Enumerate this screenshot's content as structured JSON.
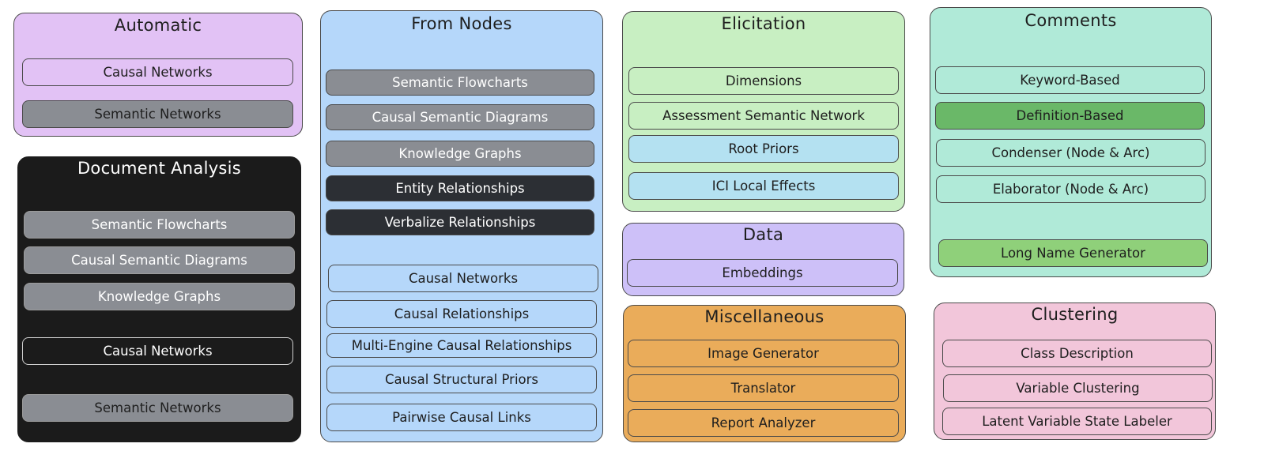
{
  "automatic": {
    "title": "Automatic",
    "items": [
      "Causal Networks",
      "Semantic Networks"
    ]
  },
  "document_analysis": {
    "title": "Document Analysis",
    "items": [
      "Semantic Flowcharts",
      "Causal Semantic Diagrams",
      "Knowledge Graphs",
      "Causal Networks",
      "Semantic Networks"
    ]
  },
  "from_nodes": {
    "title": "From Nodes",
    "items": [
      "Semantic Flowcharts",
      "Causal Semantic Diagrams",
      "Knowledge Graphs",
      "Entity Relationships",
      "Verbalize Relationships",
      "Causal Networks",
      "Causal Relationships",
      "Multi-Engine Causal Relationships",
      "Causal Structural Priors",
      "Pairwise Causal Links"
    ]
  },
  "elicitation": {
    "title": "Elicitation",
    "items": [
      "Dimensions",
      "Assessment Semantic Network",
      "Root Priors",
      "ICI Local Effects"
    ]
  },
  "data": {
    "title": "Data",
    "items": [
      "Embeddings"
    ]
  },
  "miscellaneous": {
    "title": "Miscellaneous",
    "items": [
      "Image Generator",
      "Translator",
      "Report Analyzer"
    ]
  },
  "comments": {
    "title": "Comments",
    "items": [
      "Keyword-Based",
      "Definition-Based",
      "Condenser (Node & Arc)",
      "Elaborator (Node & Arc)",
      "Long Name Generator"
    ]
  },
  "clustering": {
    "title": "Clustering",
    "items": [
      "Class Description",
      "Variable Clustering",
      "Latent Variable State Labeler"
    ]
  },
  "colors": {
    "automatic_bg": "#e2c2f5",
    "document_analysis_bg": "#1b1b1b",
    "from_nodes_bg": "#b5d7fa",
    "elicitation_bg": "#c8efc2",
    "data_bg": "#cdc0f8",
    "miscellaneous_bg": "#eaac5a",
    "comments_bg": "#b0ead8",
    "clustering_bg": "#f2c6da",
    "gray_item": "#8a8d93",
    "dark_item": "#2c2f34",
    "light_blue_item": "#b4e1f1",
    "green_item": "#6ab868",
    "light_green_item": "#8fd07a"
  }
}
